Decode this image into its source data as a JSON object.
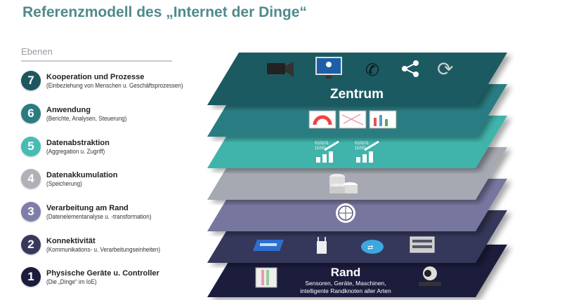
{
  "title": "Referenzmodell des „Internet der Dinge“",
  "section_label": "Ebenen",
  "levels": [
    {
      "num": "7",
      "name": "Kooperation und Prozesse",
      "desc": "(Einbeziehung von Menschen u. Geschäftsprozessen)",
      "color": "#1e5660"
    },
    {
      "num": "6",
      "name": "Anwendung",
      "desc": "(Berichte, Analysen, Steuerung)",
      "color": "#2b7b82"
    },
    {
      "num": "5",
      "name": "Datenabstraktion",
      "desc": "(Aggregation u. Zugriff)",
      "color": "#45bdb4"
    },
    {
      "num": "4",
      "name": "Datenakkumulation",
      "desc": "(Speicherung)",
      "color": "#b0b1b8"
    },
    {
      "num": "3",
      "name": "Verarbeitung am Rand",
      "desc": "(Datenelementanalyse u. -transformation)",
      "color": "#7f7eaa"
    },
    {
      "num": "2",
      "name": "Konnektivität",
      "desc": "(Kommunikations- u. Verarbeitungseinheiten)",
      "color": "#37395c"
    },
    {
      "num": "1",
      "name": "Physische Geräte u. Controller",
      "desc": "(Die „Dinge“ im IoE)",
      "color": "#1b1d3d"
    }
  ],
  "diagram": {
    "top_label": "Zentrum",
    "bottom_label": "Rand",
    "bottom_desc_1": "Sensoren, Geräte, Maschinen,",
    "bottom_desc_2": "intelligente Randknoten aller Arten",
    "layer_colors": [
      "#1e5a62",
      "#2b7c83",
      "#3fb3ab",
      "#a6a8b2",
      "#77769f",
      "#34375a",
      "#1c1e3c"
    ],
    "icons": {
      "layer7": [
        "video-camera-icon",
        "monitor-collaboration-icon",
        "phone-icon",
        "share-icon",
        "sync-icon"
      ],
      "layer6": [
        "gauge-dashboard-icon",
        "map-report-icon",
        "bar-chart-report-icon"
      ],
      "layer5": [
        "data-upload-chart-icon",
        "data-upload-chart-icon"
      ],
      "layer4": [
        "database-icon"
      ],
      "layer3": [
        "network-globe-icon"
      ],
      "layer2": [
        "switch-icon",
        "access-point-icon",
        "router-icon",
        "server-rack-icon"
      ],
      "layer1": [
        "controller-panel-icon",
        "ptz-camera-icon"
      ]
    }
  }
}
